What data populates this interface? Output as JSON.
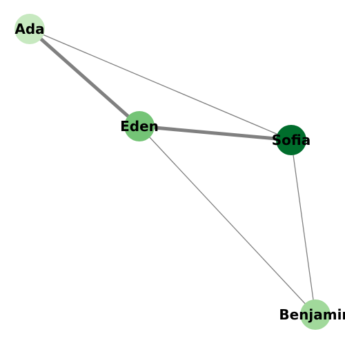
{
  "graph": {
    "nodes": [
      {
        "id": "ada",
        "label": "Ada",
        "color": "#c7e9c0"
      },
      {
        "id": "eden",
        "label": "Eden",
        "color": "#74c476"
      },
      {
        "id": "sofia",
        "label": "Sofia",
        "color": "#006d2c"
      },
      {
        "id": "benjamin",
        "label": "Benjamin",
        "color": "#a1d99b"
      }
    ],
    "edges": [
      {
        "source": "ada",
        "target": "eden",
        "weight": 3
      },
      {
        "source": "eden",
        "target": "sofia",
        "weight": 3
      },
      {
        "source": "ada",
        "target": "sofia",
        "weight": 1
      },
      {
        "source": "eden",
        "target": "benjamin",
        "weight": 1
      },
      {
        "source": "sofia",
        "target": "benjamin",
        "weight": 1
      }
    ],
    "edge_color": "#808080"
  }
}
